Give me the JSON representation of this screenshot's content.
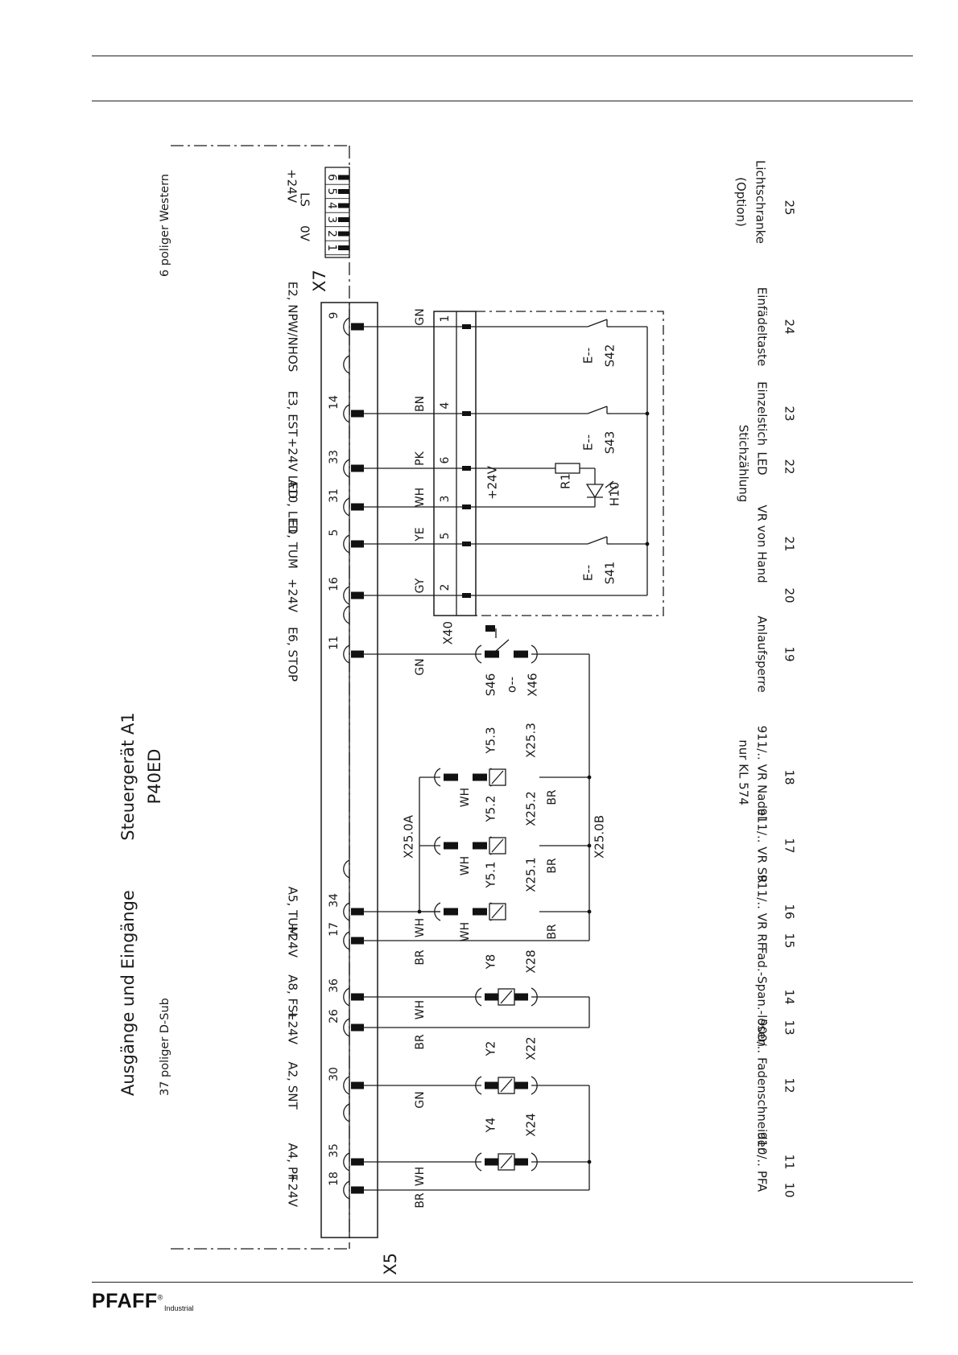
{
  "page": {
    "brand": "PFAFF",
    "brand_reg": "®",
    "brand_sub": "Industrial"
  },
  "diagram": {
    "unit": {
      "name": "Steuergerät A1",
      "model": "P40ED"
    },
    "io": {
      "title": "Ausgänge und Eingänge",
      "subtitle": "37 poliger D-Sub"
    },
    "x7": {
      "title": "6 poliger Western",
      "connector": "X7",
      "pins": [
        "1",
        "2",
        "3",
        "4",
        "5",
        "6"
      ],
      "labels": [
        "0V",
        "LS",
        "+24V"
      ],
      "function_lines": [
        "Lichtschranke",
        "(Option)"
      ],
      "row_no": "25"
    },
    "x5_label": "X5",
    "x40_label": "X40",
    "supply_label": "+24V",
    "rows": [
      {
        "row_no": "24",
        "pin": "9",
        "signal": "E2, NPW/NHOS",
        "wire": "GN",
        "x40_pin": "1",
        "component": "S42",
        "component_code": "E--",
        "function_lines": [
          "Einfädeltaste"
        ]
      },
      {
        "row_no": "23",
        "pin": "14",
        "signal": "E3, EST",
        "wire": "BN",
        "x40_pin": "4",
        "component": "S43",
        "component_code": "E--",
        "function_lines": [
          "Einzelstich"
        ]
      },
      {
        "row_no": "22",
        "pin": "33",
        "signal": "+24V LED",
        "wire": "PK",
        "x40_pin": "6",
        "component": "R1",
        "function_lines": [
          "LED",
          "Stichzählung"
        ]
      },
      {
        "pin": "31",
        "signal": "A10, LED",
        "wire": "WH",
        "x40_pin": "3",
        "component": "H10"
      },
      {
        "row_no": "21",
        "pin": "5",
        "signal": "E1, TUM",
        "wire": "YE",
        "x40_pin": "5",
        "component": "S41",
        "component_code": "E--",
        "function_lines": [
          "VR von Hand"
        ]
      },
      {
        "row_no": "20",
        "pin": "16",
        "signal": "+24V",
        "wire": "GY",
        "x40_pin": "2"
      },
      {
        "row_no": "19",
        "pin": "11",
        "signal": "E6, STOP",
        "wire": "GN",
        "component": "S46",
        "connector": "X46",
        "component_code": "o--",
        "function_lines": [
          "Anlaufsperre"
        ]
      },
      {
        "row_no": "18",
        "component": "Y5.3",
        "connector": "X25.3",
        "wires": [
          "WH",
          "BR"
        ],
        "function_lines": [
          "911/.. VR Nadel",
          "nur KL 574"
        ]
      },
      {
        "row_no": "17",
        "component": "Y5.2",
        "connector": "X25.2",
        "wires": [
          "WH",
          "BR"
        ],
        "function_lines": [
          "911/.. VR SR"
        ]
      },
      {
        "row_no": "16",
        "pin": "34",
        "signal": "A5, TUM",
        "wire": "WH",
        "component": "Y5.1",
        "connector": "X25.1",
        "wires": [
          "WH",
          "BR"
        ],
        "function_lines": [
          "911/.. VR RF"
        ]
      },
      {
        "row_no": "15",
        "pin": "17",
        "signal": "+24V",
        "wire": "BR"
      },
      {
        "row_no": "14",
        "pin": "36",
        "signal": "A8, FSL",
        "wire": "WH",
        "component": "Y8",
        "connector": "X28",
        "function_lines": [
          "Fad.-Span.-lösen"
        ]
      },
      {
        "row_no": "13",
        "pin": "26",
        "signal": "+24V",
        "wire": "BR"
      },
      {
        "row_no": "12",
        "pin": "30",
        "signal": "A2, SNT",
        "wire": "GN",
        "component": "Y2",
        "connector": "X22",
        "function_lines": [
          "900/.. Fadenschneider"
        ]
      },
      {
        "row_no": "11",
        "pin": "35",
        "signal": "A4, PF",
        "wire": "WH",
        "component": "Y4",
        "connector": "X24",
        "function_lines": [
          "910/.. PFA"
        ]
      },
      {
        "row_no": "10",
        "pin": "18",
        "signal": "+24V",
        "wire": "BR"
      }
    ],
    "bus_labels": [
      "X25.0A",
      "X25.0B"
    ]
  }
}
